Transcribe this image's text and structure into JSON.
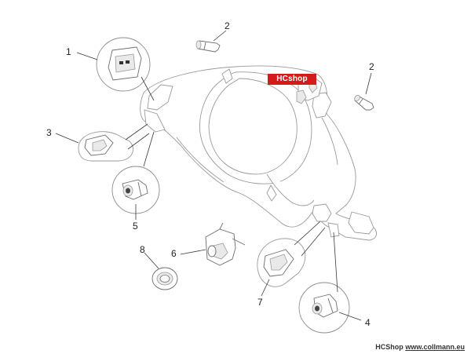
{
  "logo": {
    "text": "HCshop"
  },
  "callouts": [
    {
      "id": "1",
      "label": "1"
    },
    {
      "id": "2a",
      "label": "2"
    },
    {
      "id": "2b",
      "label": "2"
    },
    {
      "id": "3",
      "label": "3"
    },
    {
      "id": "4",
      "label": "4"
    },
    {
      "id": "5",
      "label": "5"
    },
    {
      "id": "6",
      "label": "6"
    },
    {
      "id": "7",
      "label": "7"
    },
    {
      "id": "8",
      "label": "8"
    }
  ],
  "footer": {
    "brand": "HCShop",
    "url": "www.collmann.eu"
  },
  "colors": {
    "logo_background": "#d21b1b",
    "logo_text": "#ffffff",
    "line": "#9a9a9a"
  }
}
